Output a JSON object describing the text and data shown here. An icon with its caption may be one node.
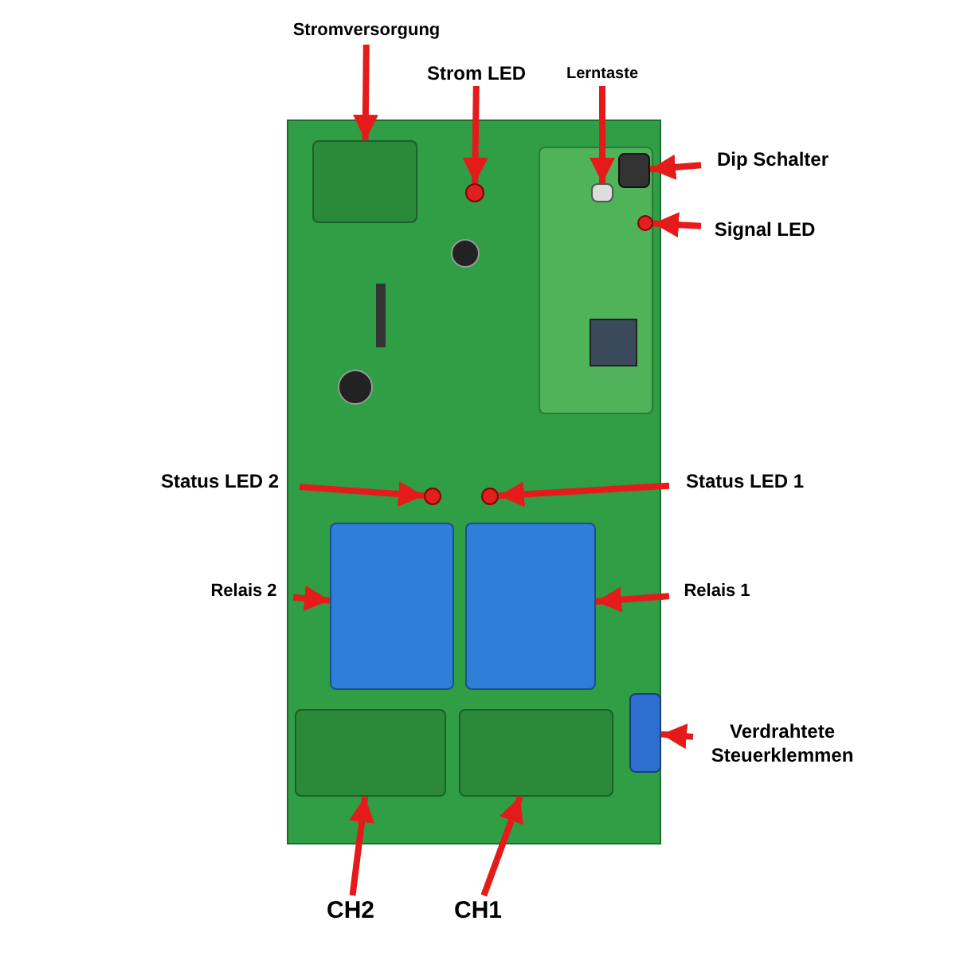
{
  "diagram": {
    "nodes": [
      {
        "text": [
          "Stromversorgung"
        ]
      },
      {
        "text": [],
        "shape": "box"
      },
      {
        "text": [
          "Strom LED"
        ]
      },
      {
        "text": [],
        "shape": "circle"
      },
      {
        "text": [
          "Lerntaste"
        ]
      },
      {
        "text": [],
        "shape": "box"
      },
      {
        "text": [
          "Dip Schalter"
        ]
      },
      {
        "text": [],
        "shape": "box"
      },
      {
        "text": [
          "Signal LED"
        ]
      },
      {
        "text": [],
        "shape": "circle"
      },
      {
        "text": [
          "Status LED 2"
        ]
      },
      {
        "text": [],
        "shape": "circle"
      },
      {
        "text": [
          "Status LED 1"
        ]
      },
      {
        "text": [],
        "shape": "circle"
      },
      {
        "text": [
          "Relais 2"
        ]
      },
      {
        "text": [],
        "shape": "box"
      },
      {
        "text": [
          "Relais 1"
        ]
      },
      {
        "text": [],
        "shape": "box"
      },
      {
        "text": [
          "Verdrahtete Steuerklemmen"
        ]
      },
      {
        "text": [],
        "shape": "box"
      },
      {
        "text": [
          "CH2"
        ]
      },
      {
        "text": [],
        "shape": "box"
      },
      {
        "text": [
          "CH1"
        ]
      },
      {
        "text": [],
        "shape": "box"
      }
    ],
    "edges": [
      {
        "from": 0,
        "to": 1,
        "arrow": "to"
      },
      {
        "from": 2,
        "to": 3,
        "arrow": "to"
      },
      {
        "from": 4,
        "to": 5,
        "arrow": "to"
      },
      {
        "from": 6,
        "to": 7,
        "arrow": "to"
      },
      {
        "from": 8,
        "to": 9,
        "arrow": "to"
      },
      {
        "from": 10,
        "to": 11,
        "arrow": "to"
      },
      {
        "from": 12,
        "to": 13,
        "arrow": "to"
      },
      {
        "from": 14,
        "to": 15,
        "arrow": "to"
      },
      {
        "from": 16,
        "to": 17,
        "arrow": "to"
      },
      {
        "from": 18,
        "to": 19,
        "arrow": "to"
      },
      {
        "from": 20,
        "to": 21,
        "arrow": "to"
      },
      {
        "from": 22,
        "to": 23,
        "arrow": "to"
      }
    ]
  }
}
